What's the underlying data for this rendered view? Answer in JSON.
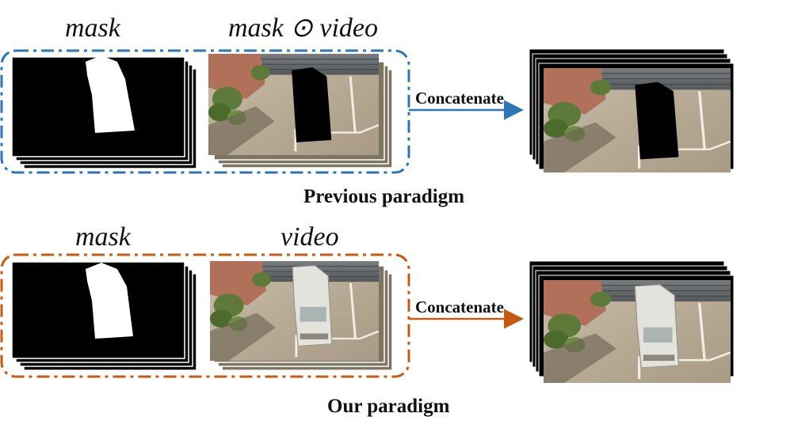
{
  "previous": {
    "label_mask": "mask",
    "label_masked_video": "mask ⊙ video",
    "arrow_label": "Concatenate",
    "caption": "Previous paradigm",
    "box_color": "#2e75b6"
  },
  "ours": {
    "label_mask": "mask",
    "label_video": "video",
    "arrow_label": "Concatenate",
    "caption": "Our paradigm",
    "box_color": "#c55a11"
  }
}
